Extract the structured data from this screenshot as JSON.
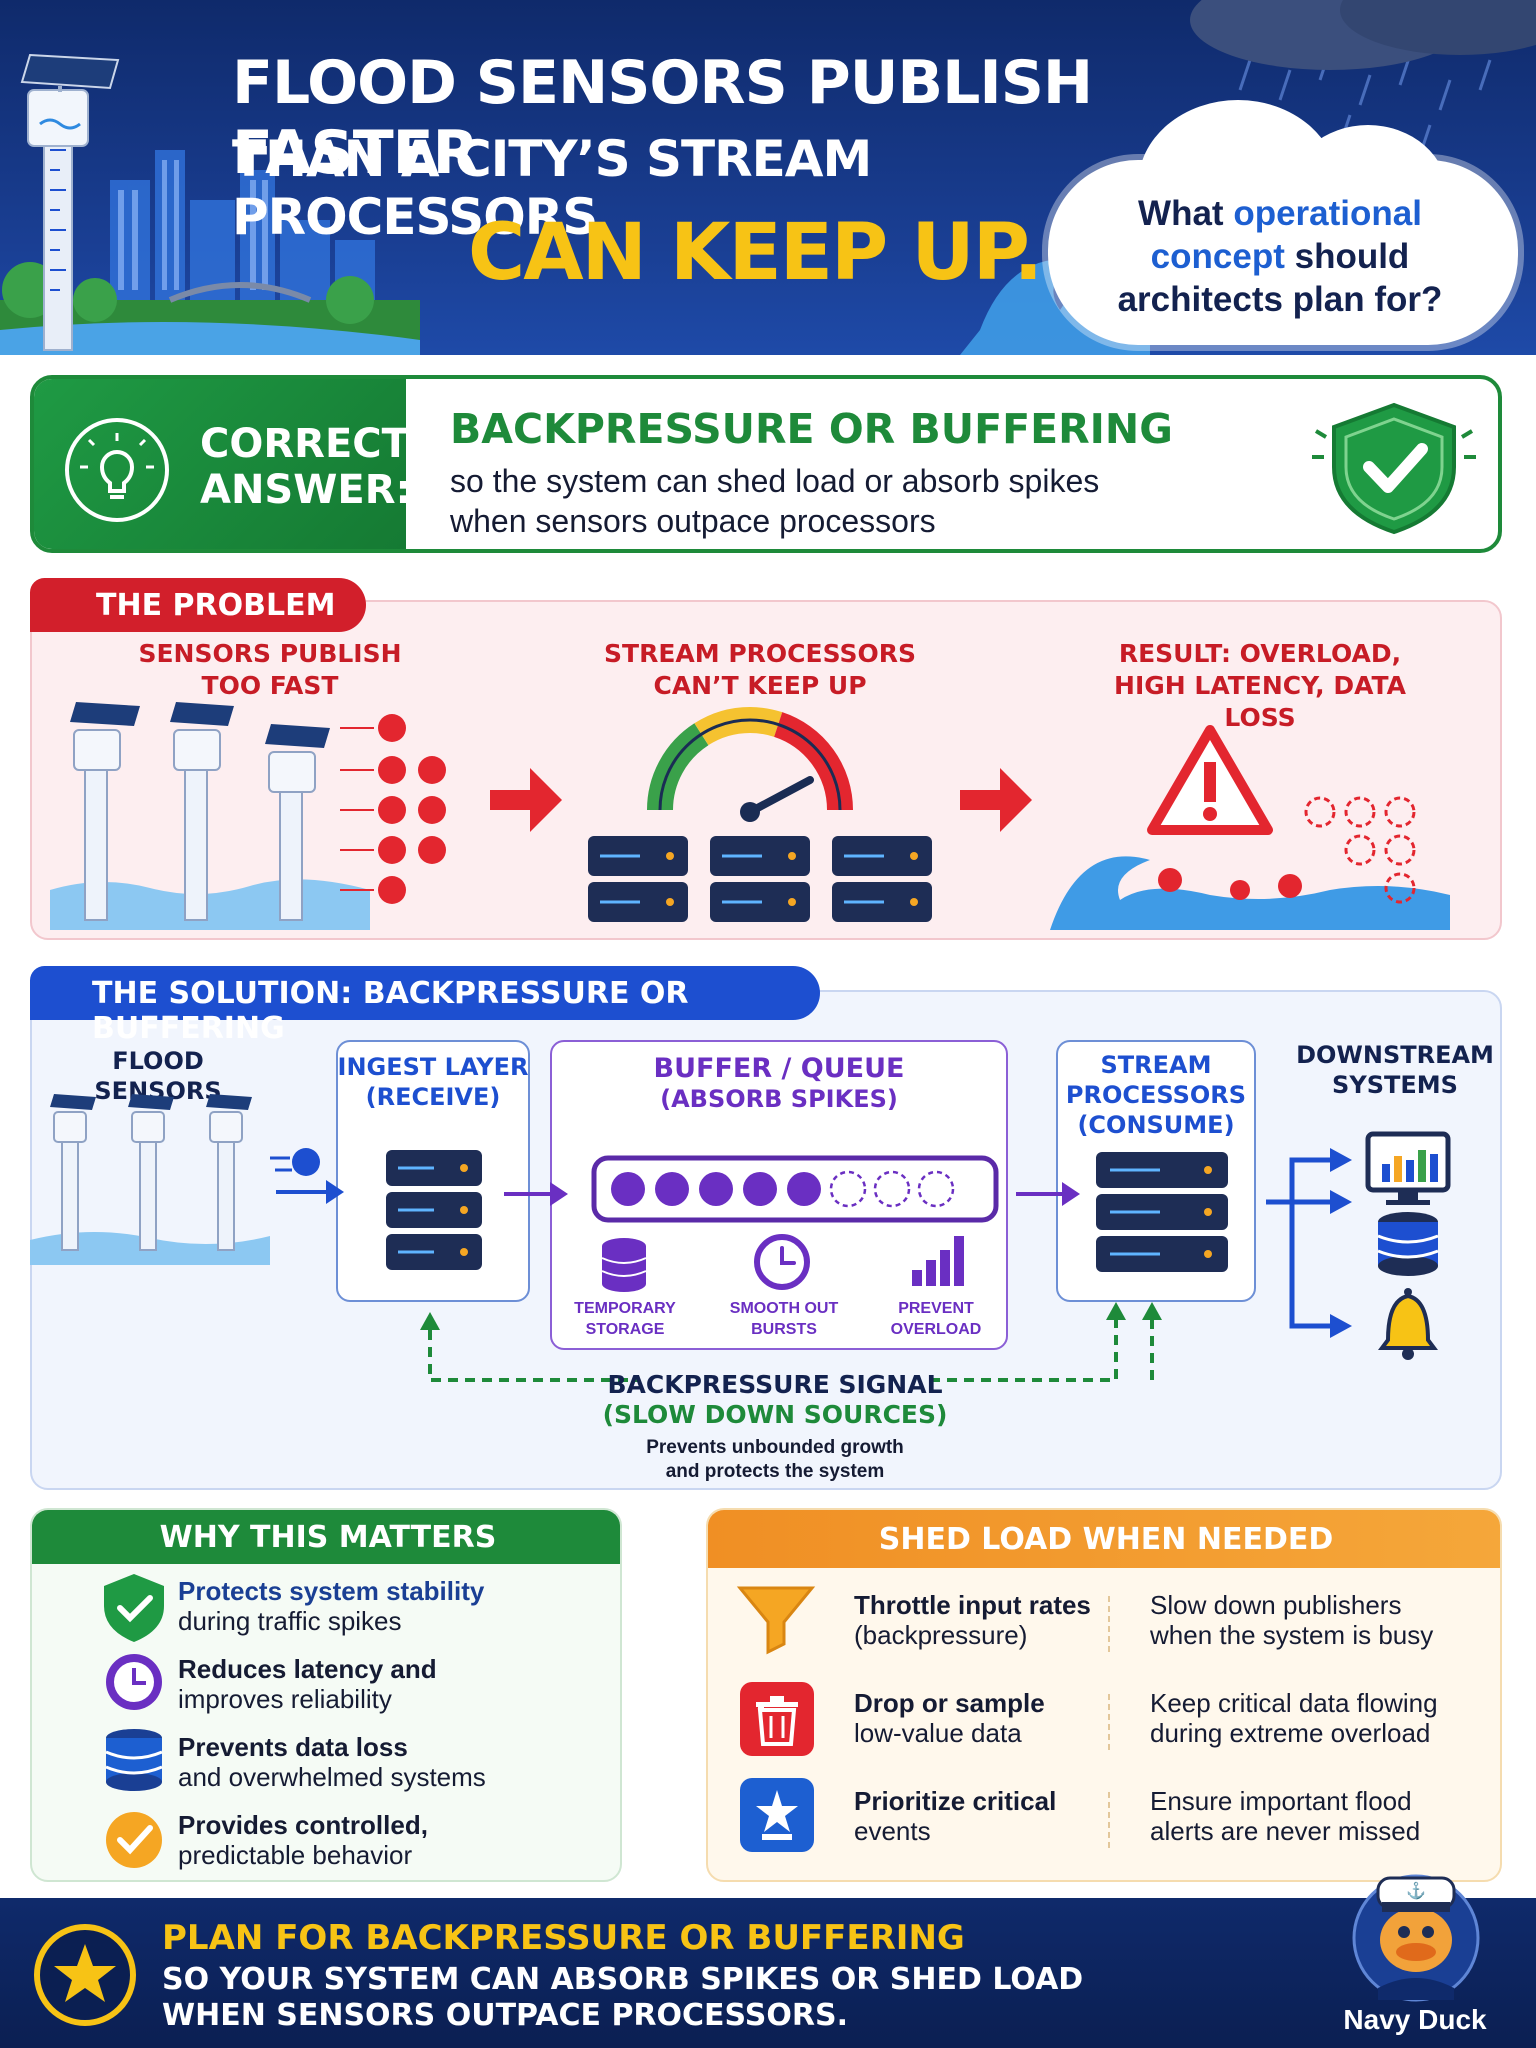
{
  "header": {
    "title_line1": "FLOOD SENSORS PUBLISH FASTER",
    "title_line2": "THAN A CITY’S STREAM PROCESSORS",
    "title_line3": "CAN KEEP UP.",
    "question_a": "What ",
    "question_hl1": "operational",
    "question_b": "concept",
    "question_c": " should",
    "question_d": "architects plan for?"
  },
  "answer": {
    "label_line1": "CORRECT",
    "label_line2": "ANSWER:",
    "title": "BACKPRESSURE OR BUFFERING",
    "sub_line1": "so the system can shed load or absorb spikes",
    "sub_line2": "when sensors outpace processors"
  },
  "problem": {
    "tag": "THE PROBLEM",
    "cap1_l1": "SENSORS PUBLISH",
    "cap1_l2": "TOO FAST",
    "cap2_l1": "STREAM PROCESSORS",
    "cap2_l2": "CAN’T KEEP UP",
    "cap3_l1": "RESULT: OVERLOAD,",
    "cap3_l2": "HIGH LATENCY, DATA LOSS"
  },
  "solution": {
    "tag": "THE SOLUTION: BACKPRESSURE OR BUFFERING",
    "sensors": "FLOOD SENSORS",
    "ingest_l1": "INGEST LAYER",
    "ingest_l2": "(RECEIVE)",
    "buffer_l1": "BUFFER / QUEUE",
    "buffer_l2": "(ABSORB SPIKES)",
    "b1_l1": "TEMPORARY",
    "b1_l2": "STORAGE",
    "b2_l1": "SMOOTH OUT",
    "b2_l2": "BURSTS",
    "b3_l1": "PREVENT",
    "b3_l2": "OVERLOAD",
    "proc_l1": "STREAM",
    "proc_l2": "PROCESSORS",
    "proc_l3": "(CONSUME)",
    "down_l1": "DOWNSTREAM",
    "down_l2": "SYSTEMS",
    "signal_l1": "BACKPRESSURE SIGNAL",
    "signal_l2": "(SLOW DOWN SOURCES)",
    "signal_l3": "Prevents unbounded growth",
    "signal_l4": "and protects the system"
  },
  "why": {
    "title": "WHY THIS MATTERS",
    "items": [
      {
        "t": "Protects system stability",
        "d": "during traffic spikes"
      },
      {
        "t": "Reduces latency and",
        "d": "improves reliability"
      },
      {
        "t": "Prevents data loss",
        "d": "and overwhelmed systems"
      },
      {
        "t": "Provides controlled,",
        "d": "predictable behavior"
      }
    ]
  },
  "shed": {
    "title": "SHED LOAD WHEN NEEDED",
    "rows": [
      {
        "a1": "Throttle input rates",
        "a2": "(backpressure)",
        "b1": "Slow down publishers",
        "b2": "when the system is busy"
      },
      {
        "a1": "Drop or sample",
        "a2": "low-value data",
        "b1": "Keep critical data flowing",
        "b2": "during extreme overload"
      },
      {
        "a1": "Prioritize critical",
        "a2": "events",
        "b1": "Ensure important flood",
        "b2": "alerts are never missed"
      }
    ]
  },
  "footer": {
    "line1": "PLAN FOR BACKPRESSURE OR BUFFERING",
    "line2": "SO YOUR SYSTEM CAN ABSORB SPIKES OR SHED LOAD",
    "line3": "WHEN SENSORS OUTPACE PROCESSORS.",
    "brand": "Navy Duck"
  }
}
